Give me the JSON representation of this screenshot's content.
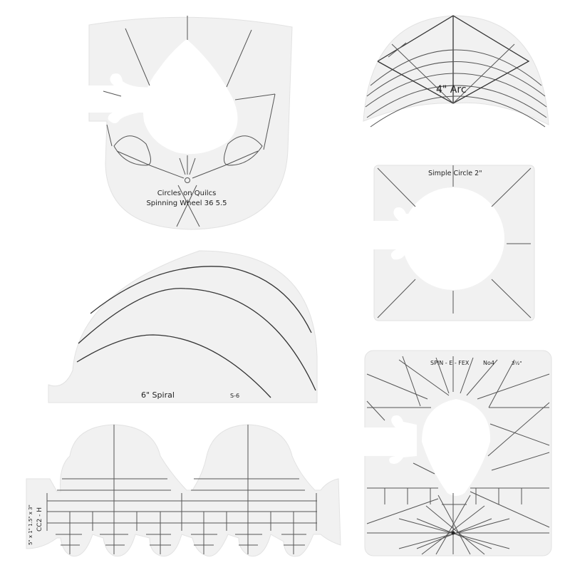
{
  "scene": {
    "description": "Product photo of six clear acrylic quilting ruler templates on white background",
    "background_color": "#ffffff",
    "ruler_color": "#f1f1f1",
    "line_color": "#555555"
  },
  "templates": {
    "spinning_wheel": {
      "line1": "Circles on Quilcs",
      "line2": "Spinning Wheel 36 5.5"
    },
    "arc": {
      "label": "4\" Arc"
    },
    "simple_circle": {
      "label": "Simple Circle 2\""
    },
    "spiral": {
      "label": "6\" Spiral",
      "code": "S-6"
    },
    "spin_e_fex": {
      "label": "SPIN - E - FEX",
      "number": "No4",
      "size": "3½\""
    },
    "cc2h": {
      "code": "CC2 - H",
      "sizes": "5\" x 1\"   1.5\" x 3\""
    }
  }
}
